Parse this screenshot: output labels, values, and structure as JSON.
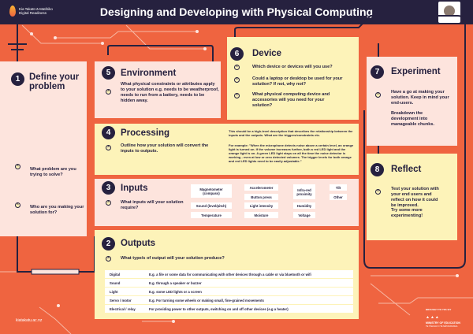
{
  "header": {
    "logo_line1": "Kia Takatū ā-Matihiko",
    "logo_line2": "Digital Readiness",
    "title": "Designing and Developing with Physical Computing"
  },
  "steps": {
    "define": {
      "number": "1",
      "title": "Define your problem",
      "q1": "What problem are you trying to solve?",
      "q2": "Who are you making your solution for?"
    },
    "environment": {
      "number": "5",
      "title": "Environment",
      "text": "What physical constraints or attributes apply to your solution e.g. needs to be weatherproof, needs to run from a battery, needs to be hidden away."
    },
    "device": {
      "number": "6",
      "title": "Device",
      "q1": "Which device or devices will you use?",
      "q2": "Could a laptop or desktop be used for your solution? If not, why not?",
      "q3": "What physical computing device and accessories will you need for your solution?"
    },
    "processing": {
      "number": "4",
      "title": "Processing",
      "text": "Outline how your solution will convert the inputs to outputs.",
      "note1": "This should be a high-level description that describes the relationship between the inputs and the outputs. What are the triggers/constraints etc.",
      "note2": "For example: \"When the microphone detects noise above a certain level, an orange light is turned on. If the volume increases further, both a red LED light and the orange light is on. A green LED light stays on all the time the noise detector is working - even at low or zero detected volumes. The trigger levels for both orange and red LED lights need to be easily adjustable.\""
    },
    "inputs": {
      "number": "3",
      "title": "Inputs",
      "text": "What inputs will your solution require?",
      "items": [
        "Magnetometer (compass)",
        "Sound (level/pitch)",
        "Temperature",
        "Accelerometer",
        "Button press",
        "Light intensity",
        "Moisture",
        "Infra-red proximity",
        "Humidity",
        "Voltage",
        "Tilt",
        "Other"
      ]
    },
    "outputs": {
      "number": "2",
      "title": "Outputs",
      "text": "What type/s of output will your solution produce?",
      "rows": [
        {
          "name": "Digital",
          "desc": "E.g. a file or some data for communicating with other devices through a cable or via  bluetooth or wifi"
        },
        {
          "name": "Sound",
          "desc": "E.g. through a speaker or buzzer"
        },
        {
          "name": "Light",
          "desc": "E.g. some LED lights or a screen"
        },
        {
          "name": "Servo / motor",
          "desc": "E.g. For turning some wheels or making small, fine-grained movements"
        },
        {
          "name": "Electrical / relay",
          "desc": "For providing power to other outputs, switching on and off other devices (e.g a heater)"
        }
      ]
    },
    "experiment": {
      "number": "7",
      "title": "Experiment",
      "p1": "Have a go at making your solution. Keep in mind your end-users.",
      "p2": "Breakdown the development into manageable chunks."
    },
    "reflect": {
      "number": "8",
      "title": "Reflect",
      "p1": "Test your solution with your end users and reflect on how it could be improved.",
      "p2": "Try some more experimenting!"
    }
  },
  "footer": {
    "url": "kiatakatu.ac.nz",
    "brought": "BROUGHT TO YOU BY",
    "ministry": "MINISTRY OF EDUCATION",
    "maori": "TE TĀHUHU O TE MĀTAURANGA"
  }
}
